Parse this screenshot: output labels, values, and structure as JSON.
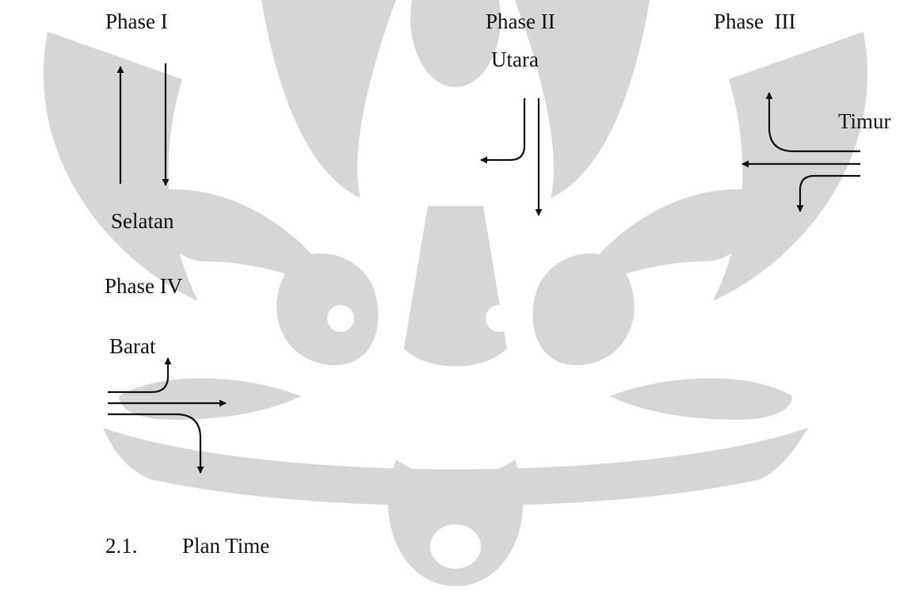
{
  "watermark": {
    "kind": "university-seal",
    "color": "#d6d6d6"
  },
  "diagram": {
    "phase_1_label": "Phase I",
    "phase_2_label": "Phase II",
    "phase_3_label": "Phase  III",
    "phase_4_label": "Phase IV",
    "north_label": "Utara",
    "east_label": "Timur",
    "south_label": "Selatan",
    "west_label": "Barat"
  },
  "section": {
    "number": "2.1.",
    "title": "Plan Time"
  }
}
